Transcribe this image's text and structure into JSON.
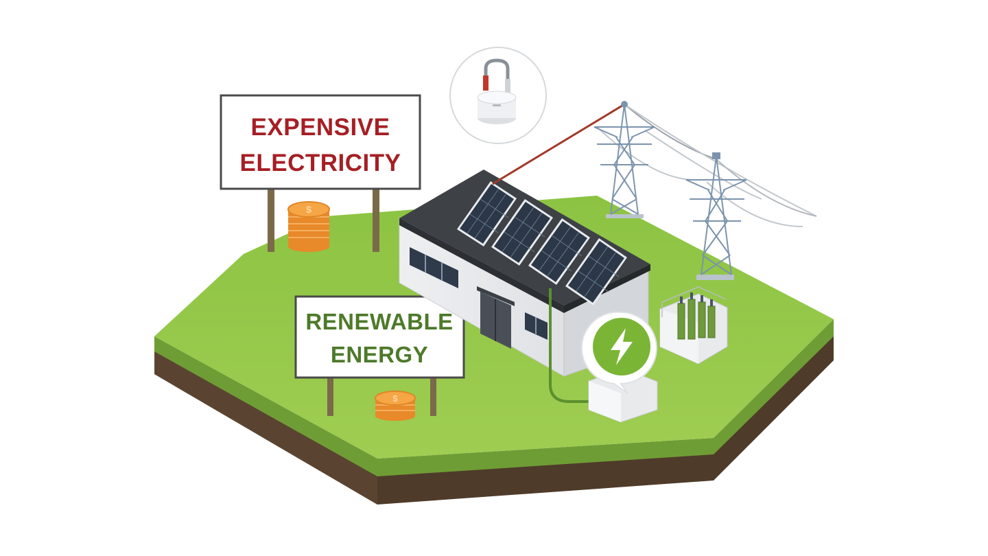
{
  "signs": {
    "expensive": {
      "line1": "EXPENSIVE",
      "line2": "ELECTRICITY",
      "color": "#a51f24"
    },
    "renewable": {
      "line1": "RENEWABLE",
      "line2": "ENERGY",
      "color": "#4d7a2a"
    }
  },
  "colors": {
    "grass": "#8dc043",
    "grass_edge": "#6f9d35",
    "soil": "#4f3b2a",
    "coin": "#f29a33",
    "badge": "#7bb536",
    "panel": "#2c3848",
    "roof": "#3e4246",
    "building": "#f2f3f4"
  },
  "icons": [
    "dollar-coin-icon",
    "lightning-bolt-icon",
    "meter-clamp-icon",
    "solar-panel-icon",
    "transmission-tower-icon",
    "transformer-icon"
  ]
}
